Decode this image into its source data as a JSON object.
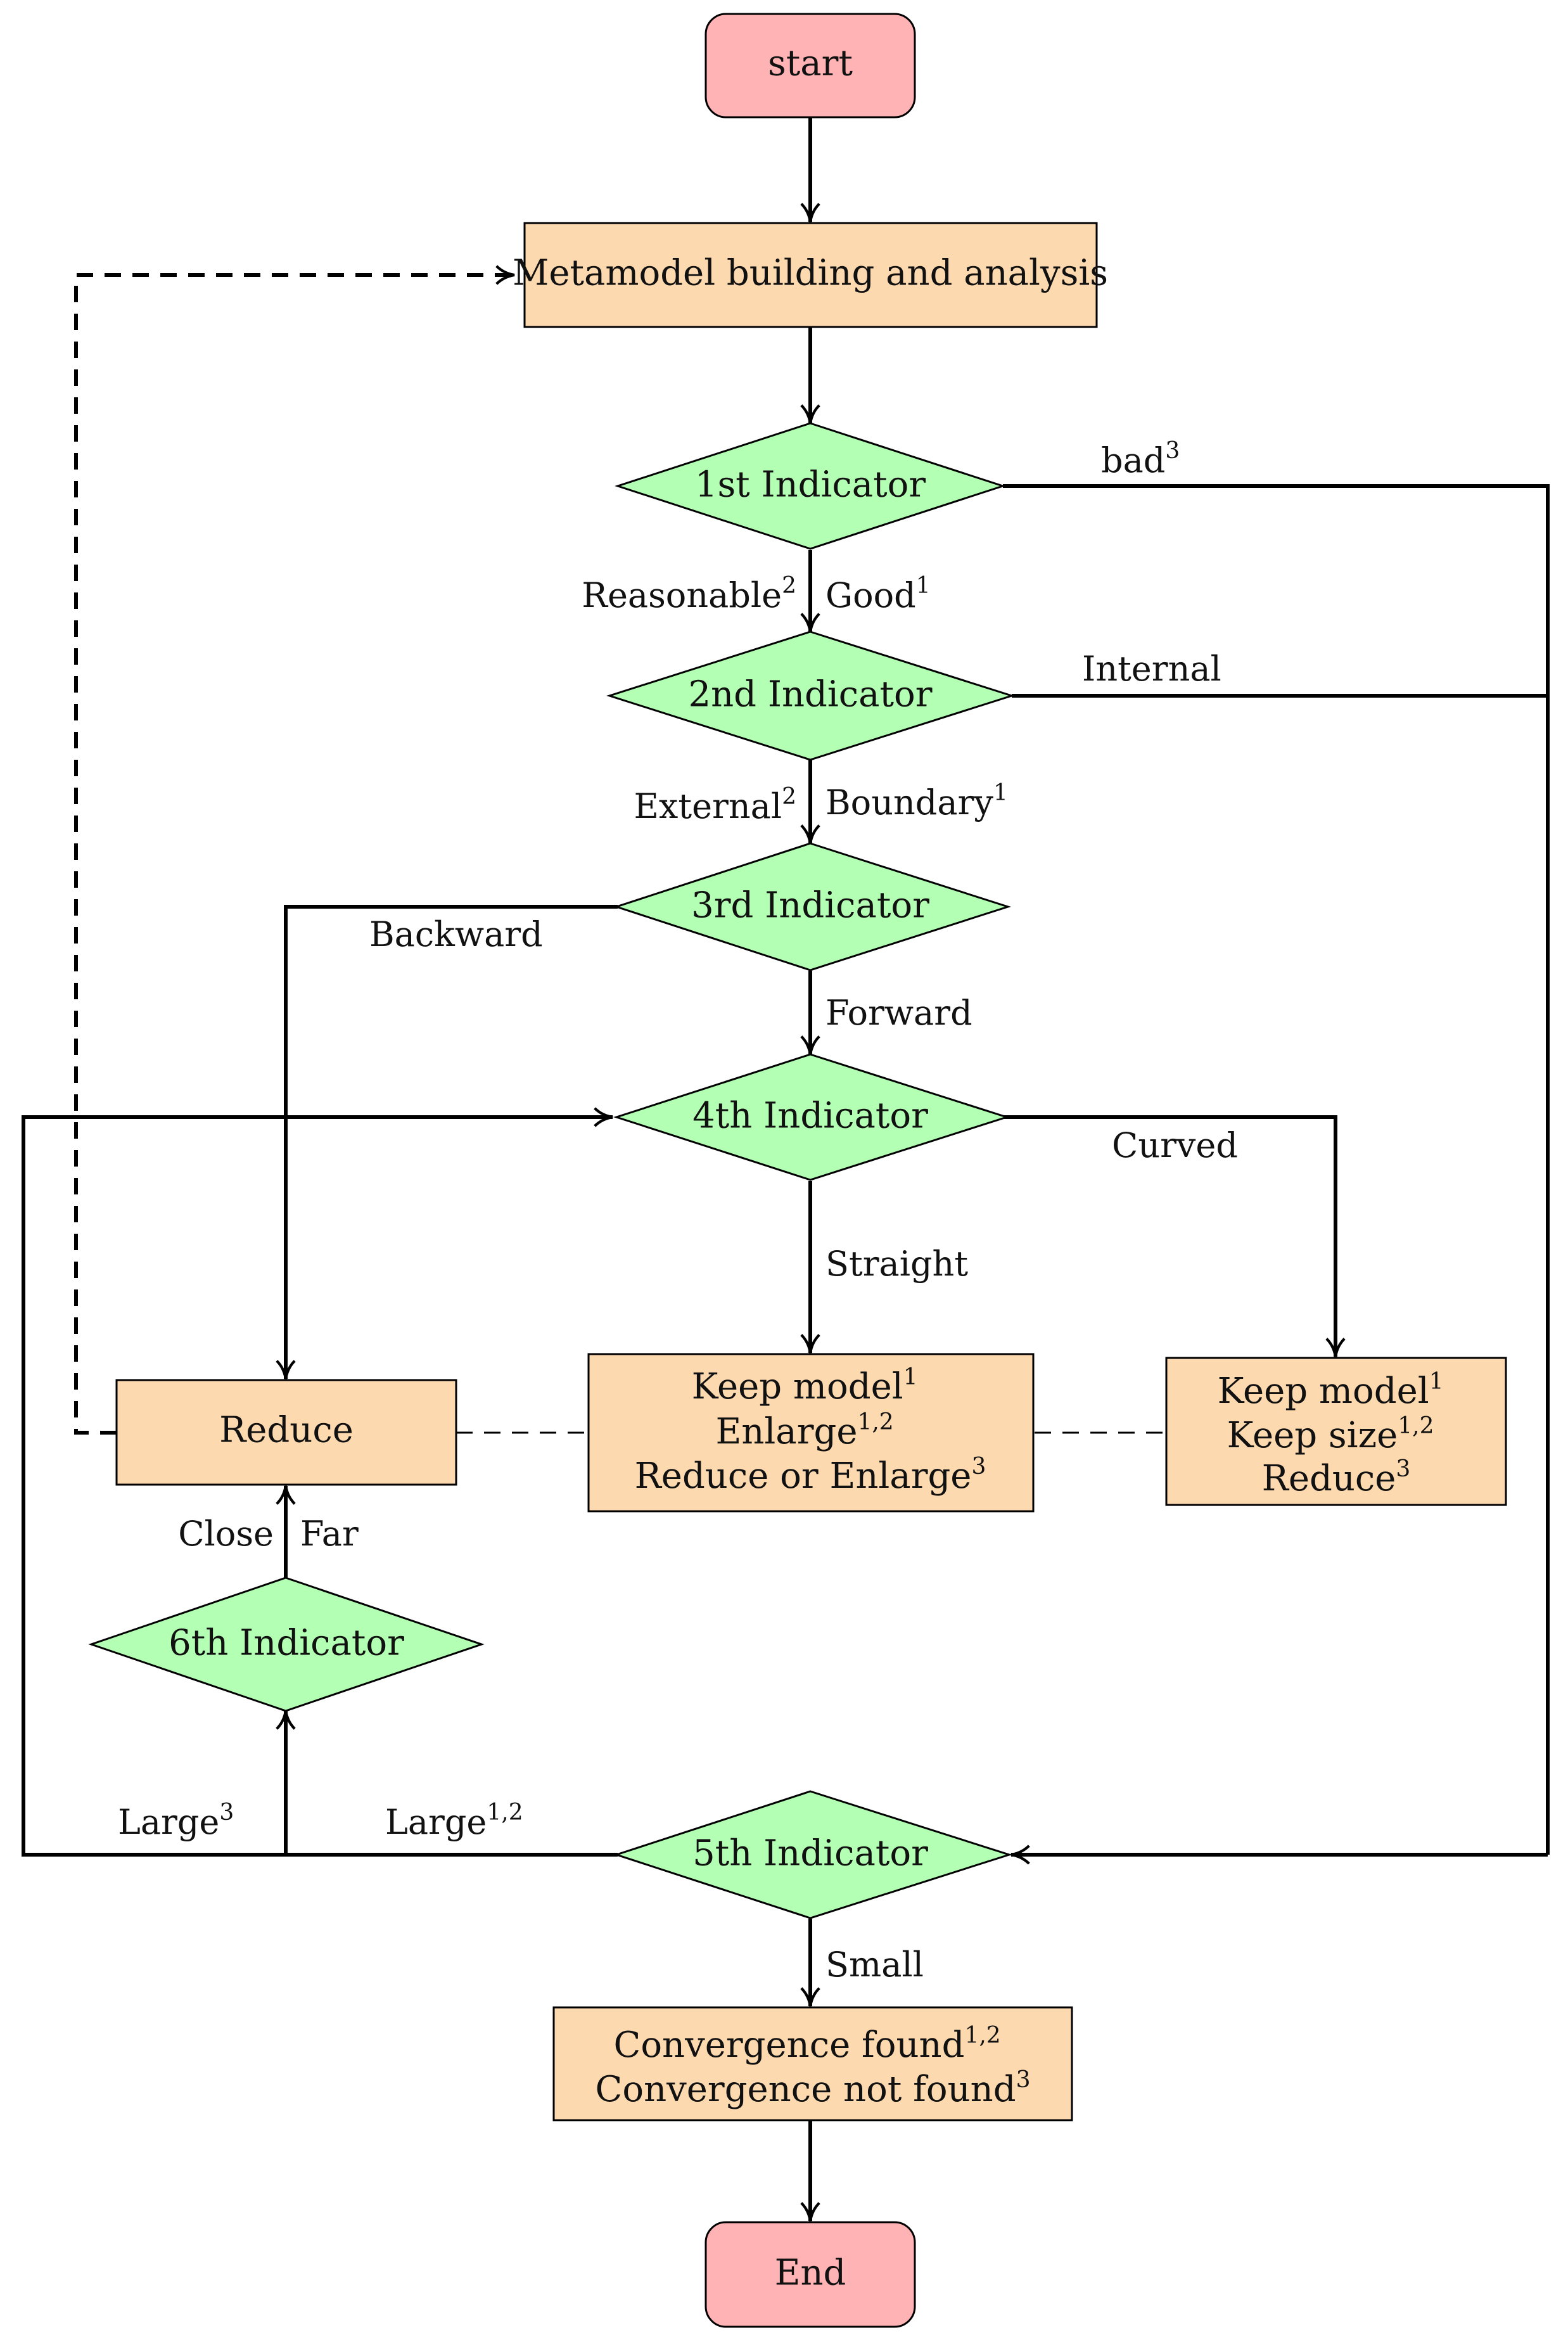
{
  "colors": {
    "terminal": "#FFB3B5",
    "process": "#FDD9B0",
    "decision": "#B3FFB3"
  },
  "nodes": {
    "start": "start",
    "metamodel": "Metamodel building and analysis",
    "ind1": "1st Indicator",
    "ind2": "2nd Indicator",
    "ind3": "3rd Indicator",
    "ind4": "4th Indicator",
    "reduce": "Reduce",
    "straight_box": [
      {
        "text": "Keep model",
        "sup": "1"
      },
      {
        "text": "Enlarge",
        "sup": "1,2"
      },
      {
        "text": "Reduce or Enlarge",
        "sup": "3"
      }
    ],
    "curved_box": [
      {
        "text": "Keep model",
        "sup": "1"
      },
      {
        "text": "Keep size",
        "sup": "1,2"
      },
      {
        "text": "Reduce",
        "sup": "3"
      }
    ],
    "ind6": "6th Indicator",
    "ind5": "5th Indicator",
    "convergence_box": [
      {
        "text": "Convergence found",
        "sup": "1,2"
      },
      {
        "text": "Convergence not found",
        "sup": "3"
      }
    ],
    "end": "End"
  },
  "edges": {
    "bad": {
      "text": "bad",
      "sup": "3"
    },
    "reasonable": {
      "text": "Reasonable",
      "sup": "2"
    },
    "good": {
      "text": "Good",
      "sup": "1"
    },
    "internal": {
      "text": "Internal",
      "sup": ""
    },
    "external": {
      "text": "External",
      "sup": "2"
    },
    "boundary": {
      "text": "Boundary",
      "sup": "1"
    },
    "backward": {
      "text": "Backward",
      "sup": ""
    },
    "forward": {
      "text": "Forward",
      "sup": ""
    },
    "curved": {
      "text": "Curved",
      "sup": ""
    },
    "straight": {
      "text": "Straight",
      "sup": ""
    },
    "close": {
      "text": "Close",
      "sup": ""
    },
    "far": {
      "text": "Far",
      "sup": ""
    },
    "large3": {
      "text": "Large",
      "sup": "3"
    },
    "large12": {
      "text": "Large",
      "sup": "1,2"
    },
    "small": {
      "text": "Small",
      "sup": ""
    }
  }
}
